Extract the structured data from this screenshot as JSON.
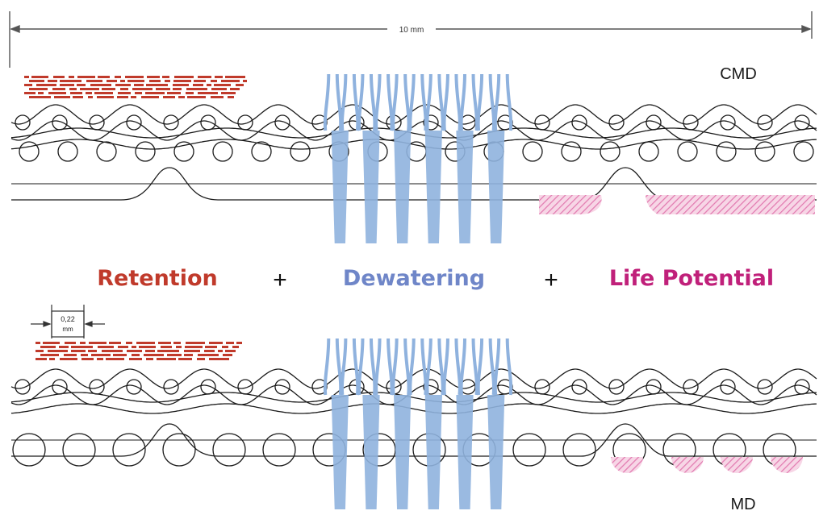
{
  "scale_label": "10 mm",
  "cmd_label": "CMD",
  "md_label": "MD",
  "dimension_label_top": "0,22",
  "dimension_label_bottom": "mm",
  "captions": {
    "retention": "Retention",
    "plus1": "+",
    "dewatering": "Dewatering",
    "plus2": "+",
    "life_potential": "Life Potential"
  },
  "colors": {
    "retention": "#c03a2b",
    "dewatering": "#6f86c8",
    "dewatering_fill": "#8fb2de",
    "life_potential": "#c0207a",
    "hatch": "#e27ab0",
    "line": "#1a1a1a"
  }
}
